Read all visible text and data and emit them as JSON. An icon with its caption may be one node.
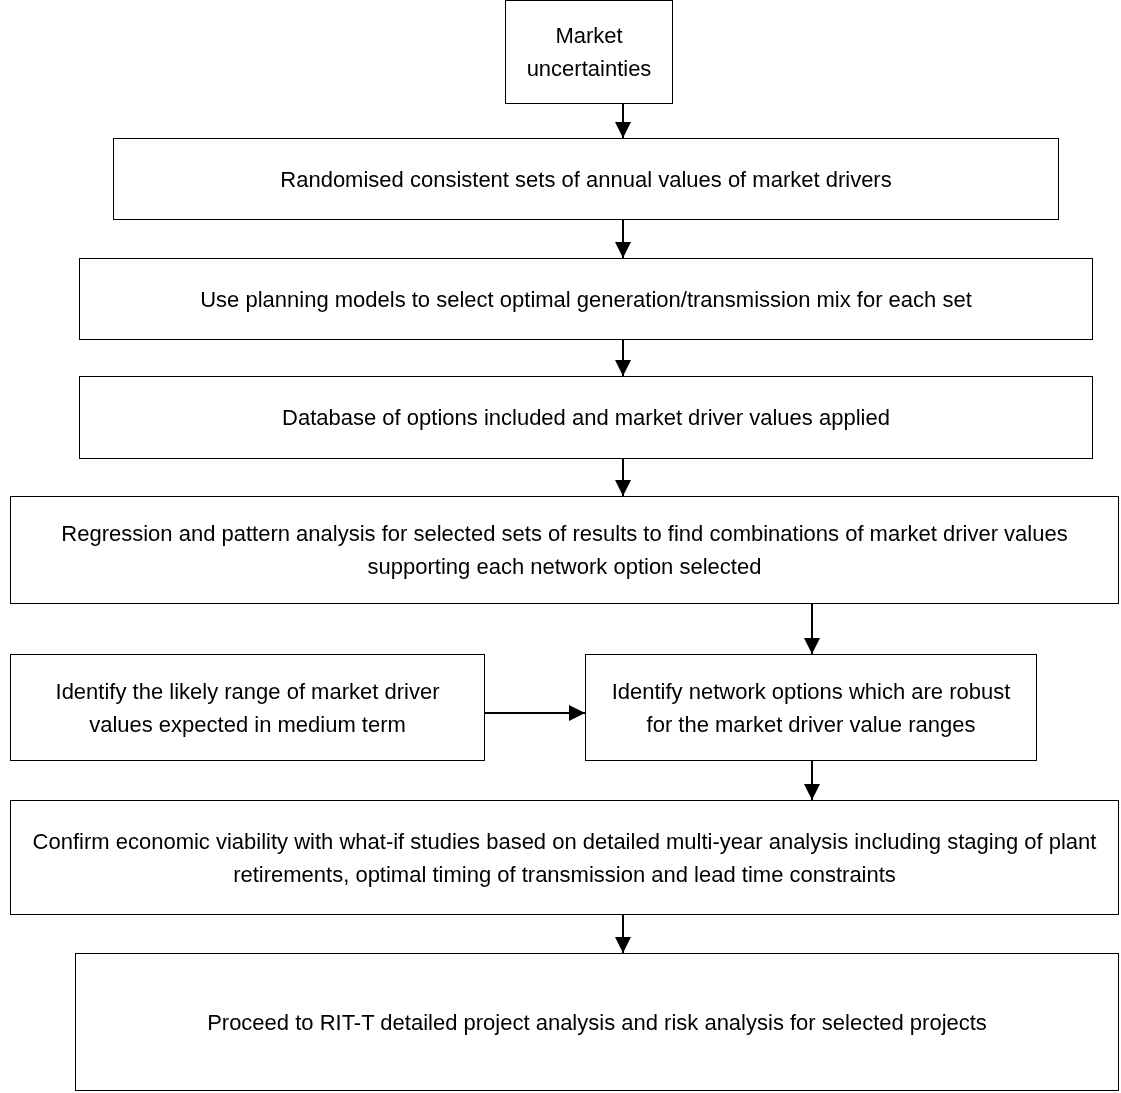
{
  "diagram": {
    "nodes": [
      {
        "text": [
          "Market uncertainties"
        ]
      },
      {
        "text": [
          "Randomised consistent sets of annual values of market drivers"
        ]
      },
      {
        "text": [
          "Use planning models to select optimal generation/transmission mix for each set"
        ]
      },
      {
        "text": [
          "Database of options included and market driver values applied"
        ]
      },
      {
        "text": [
          "Regression and pattern analysis for selected sets of results to find combinations of market driver values supporting each network option selected"
        ]
      },
      {
        "text": [
          "Identify the likely range of market driver values expected in medium term"
        ]
      },
      {
        "text": [
          "Identify network options which are robust for the market driver value ranges"
        ]
      },
      {
        "text": [
          "Confirm economic viability with what-if studies based on detailed multi-year analysis including staging of plant retirements, optimal timing of transmission and lead time constraints"
        ]
      },
      {
        "text": [
          "Proceed to RIT-T detailed project analysis and risk analysis for selected projects"
        ]
      }
    ],
    "edges": [
      {
        "from": 0,
        "to": 1,
        "arrow": "to"
      },
      {
        "from": 1,
        "to": 2,
        "arrow": "to"
      },
      {
        "from": 2,
        "to": 3,
        "arrow": "to"
      },
      {
        "from": 3,
        "to": 4,
        "arrow": "to"
      },
      {
        "from": 4,
        "to": 6,
        "arrow": "to"
      },
      {
        "from": 5,
        "to": 6,
        "arrow": "to"
      },
      {
        "from": 6,
        "to": 7,
        "arrow": "to"
      },
      {
        "from": 7,
        "to": 8,
        "arrow": "to"
      }
    ]
  }
}
